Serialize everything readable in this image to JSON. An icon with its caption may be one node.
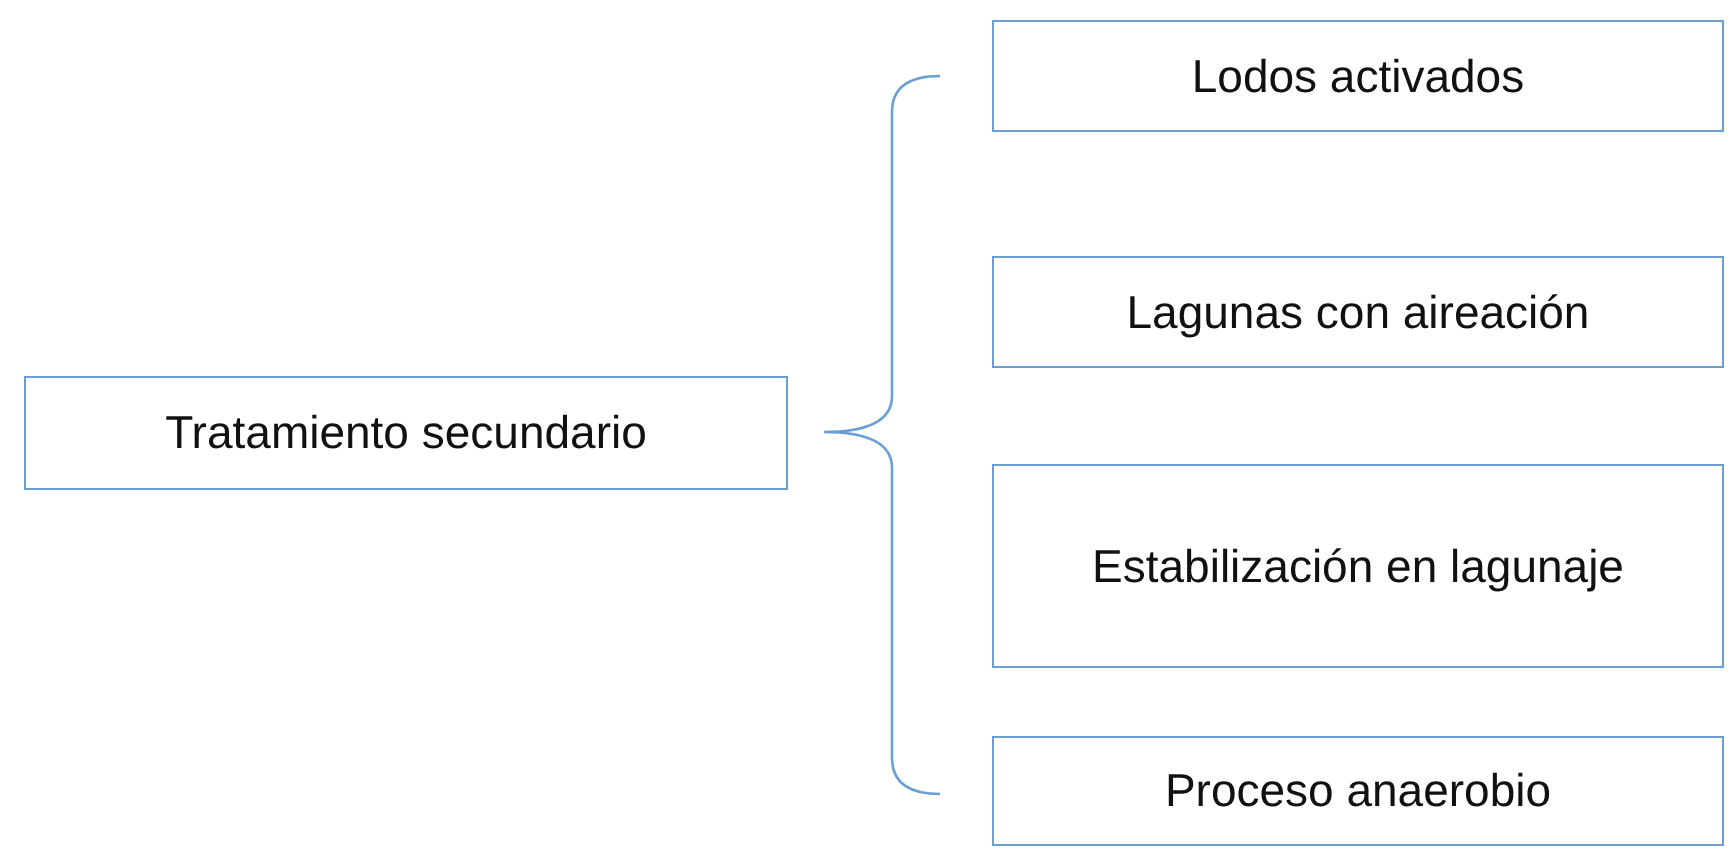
{
  "diagram": {
    "nodes": [
      {
        "text": [
          "Tratamiento secundario"
        ]
      },
      {
        "text": [
          "Lodos activados"
        ]
      },
      {
        "text": [
          "Lagunas con aireación"
        ]
      },
      {
        "text": [
          "Estabilización en lagunaje"
        ]
      },
      {
        "text": [
          "Proceso anaerobio"
        ]
      }
    ]
  }
}
